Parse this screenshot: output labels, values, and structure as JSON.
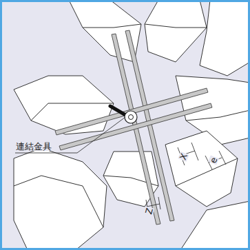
{
  "diagram": {
    "labels": [
      "連結金具",
      "X",
      "e",
      "Z"
    ]
  }
}
